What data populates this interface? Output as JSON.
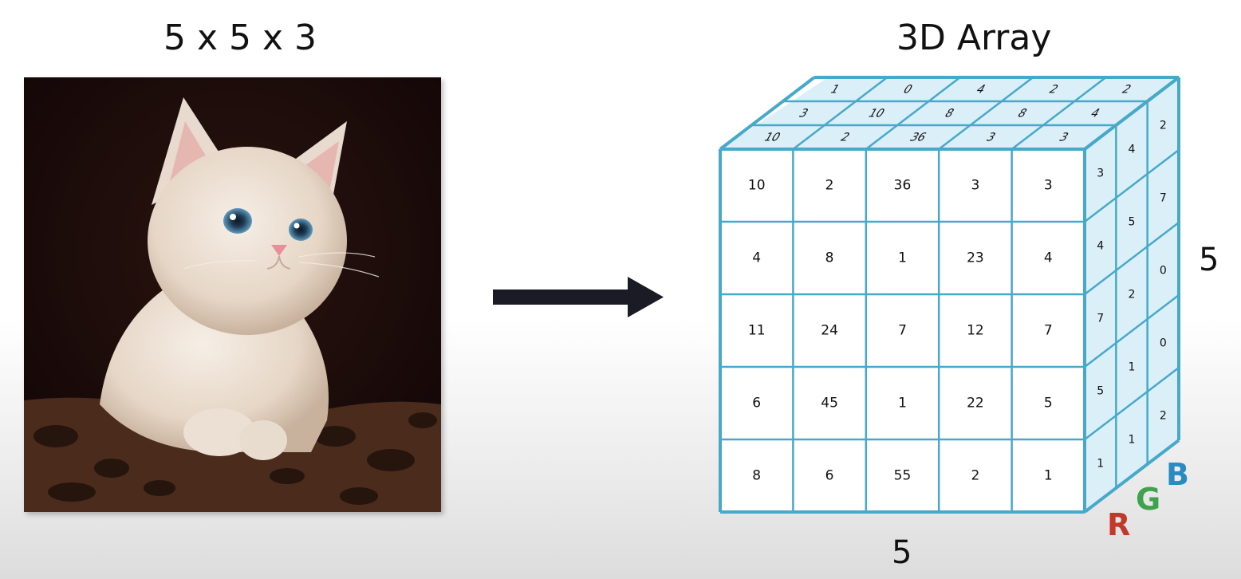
{
  "left_title": "5 x 5 x 3",
  "right_title": "3D Array",
  "image": {
    "subject": "white-kitten-photo"
  },
  "dims": {
    "height_label": "5",
    "width_label": "5"
  },
  "channels": [
    {
      "label": "R",
      "color": "#c0392b"
    },
    {
      "label": "G",
      "color": "#3fa34d"
    },
    {
      "label": "B",
      "color": "#2a8bc4"
    }
  ],
  "cube": {
    "edge_color": "#47a9c9",
    "front_face": [
      [
        "10",
        "2",
        "36",
        "3",
        "3"
      ],
      [
        "4",
        "8",
        "1",
        "23",
        "4"
      ],
      [
        "11",
        "24",
        "7",
        "12",
        "7"
      ],
      [
        "6",
        "45",
        "1",
        "22",
        "5"
      ],
      [
        "8",
        "6",
        "55",
        "2",
        "1"
      ]
    ],
    "top_face_back_to_front": [
      [
        "1",
        "0",
        "4",
        "2",
        "2"
      ],
      [
        "3",
        "10",
        "8",
        "8",
        "4"
      ],
      [
        "10",
        "2",
        "36",
        "3",
        "3"
      ]
    ],
    "right_face_columns": [
      [
        "3",
        "4",
        "7",
        "5",
        "1"
      ],
      [
        "4",
        "5",
        "2",
        "1",
        "1"
      ],
      [
        "2",
        "7",
        "0",
        "0",
        "2"
      ]
    ]
  }
}
